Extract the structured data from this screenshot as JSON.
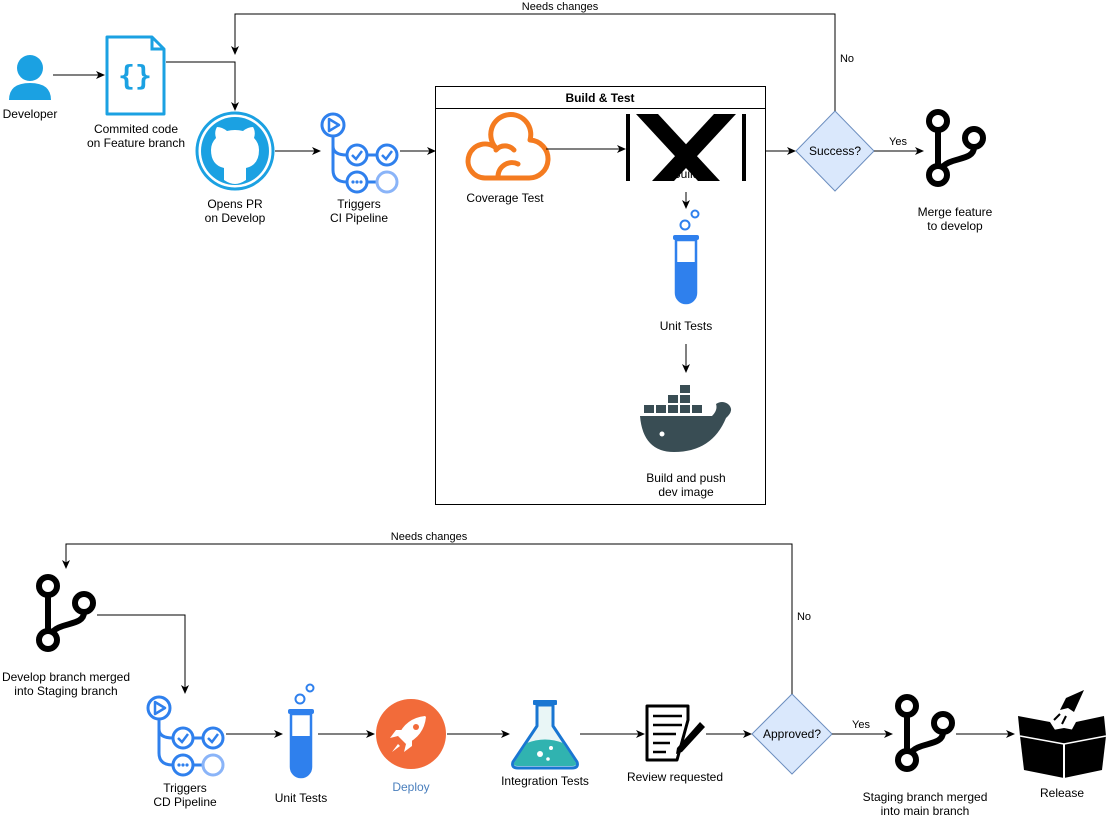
{
  "top": {
    "developer": "Developer",
    "committed": [
      "Commited code",
      "on Feature branch"
    ],
    "opens_pr": [
      "Opens PR",
      "on Develop"
    ],
    "ci_trigger": [
      "Triggers",
      "CI Pipeline"
    ],
    "group_title": "Build & Test",
    "coverage": "Coverage Test",
    "build": "Build",
    "unit_tests": "Unit Tests",
    "docker": [
      "Build and push",
      "dev image"
    ],
    "decision": "Success?",
    "yes": "Yes",
    "no": "No",
    "needs_changes": "Needs changes",
    "merge": [
      "Merge feature",
      "to develop"
    ]
  },
  "bottom": {
    "develop_merged": [
      "Develop branch merged",
      "into Staging branch"
    ],
    "cd_trigger": [
      "Triggers",
      "CD Pipeline"
    ],
    "unit_tests": "Unit Tests",
    "deploy": "Deploy",
    "integration": "Integration Tests",
    "review": "Review requested",
    "decision": "Approved?",
    "yes": "Yes",
    "no": "No",
    "needs_changes": "Needs changes",
    "staging_merged": [
      "Staging branch merged",
      "into main branch"
    ],
    "release": "Release"
  },
  "colors": {
    "github_blue": "#1ba1e2",
    "pipeline_blue": "#2f80ed",
    "coverage_orange": "#f47b20",
    "decision_fill": "#dae8fc",
    "decision_stroke": "#6c8ebf",
    "deploy_orange": "#f26b3a",
    "docker": "#394d54",
    "flask_teal": "#30b3b0"
  }
}
